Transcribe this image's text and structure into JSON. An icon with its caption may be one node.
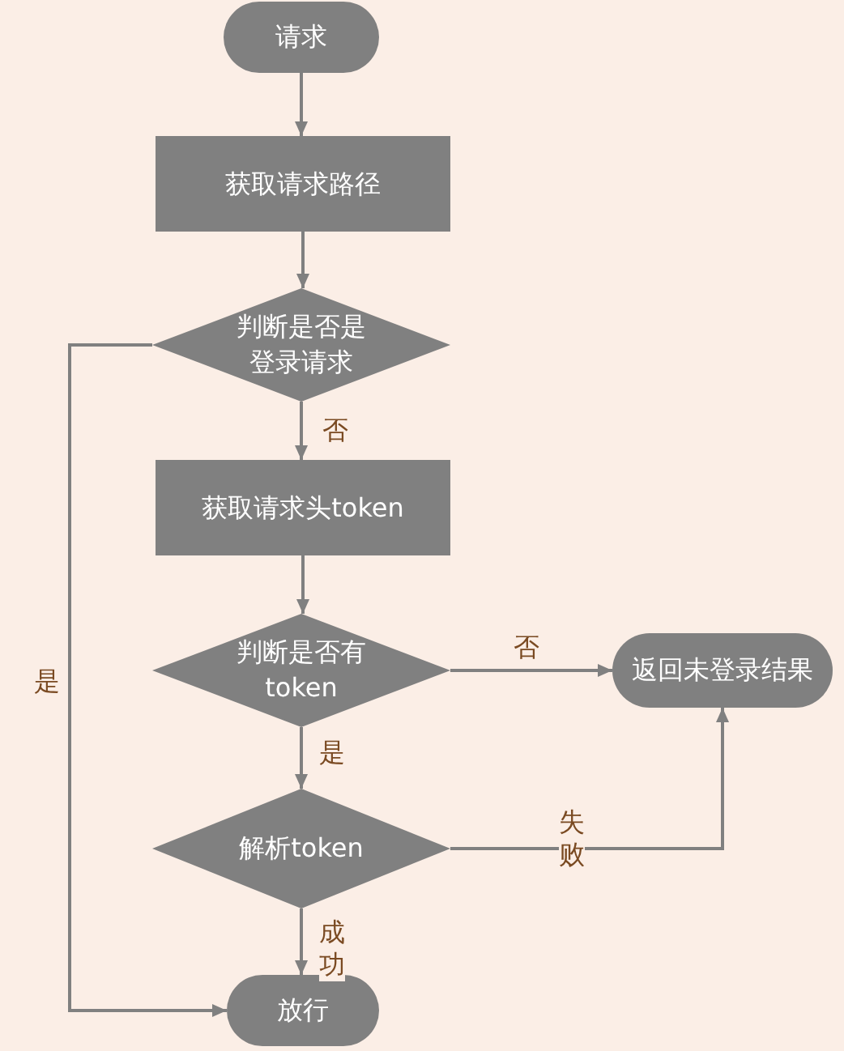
{
  "diagram": {
    "nodes": [
      {
        "text": [
          "请求"
        ]
      },
      {
        "text": [
          "获取请求路径"
        ]
      },
      {
        "text": [
          "判断是否是登录请求"
        ]
      },
      {
        "text": [
          "获取请求头token"
        ]
      },
      {
        "text": [
          "判断是否有token"
        ]
      },
      {
        "text": [
          "返回未登录结果"
        ]
      },
      {
        "text": [
          "解析token"
        ]
      },
      {
        "text": [
          "放行"
        ]
      }
    ],
    "edges": [
      {
        "from": 0,
        "to": 1,
        "arrow": "to"
      },
      {
        "from": 1,
        "to": 2,
        "arrow": "to"
      },
      {
        "from": 2,
        "to": 3,
        "arrow": "to",
        "label": "否"
      },
      {
        "from": 3,
        "to": 4,
        "arrow": "to"
      },
      {
        "from": 4,
        "to": 5,
        "arrow": "to",
        "label": "否"
      },
      {
        "from": 4,
        "to": 6,
        "arrow": "to",
        "label": "是"
      },
      {
        "from": 6,
        "to": 5,
        "arrow": "to",
        "label": "失败"
      },
      {
        "from": 6,
        "to": 7,
        "arrow": "to",
        "label": "成功"
      },
      {
        "from": 2,
        "to": 7,
        "arrow": "to",
        "label": "是"
      }
    ]
  }
}
